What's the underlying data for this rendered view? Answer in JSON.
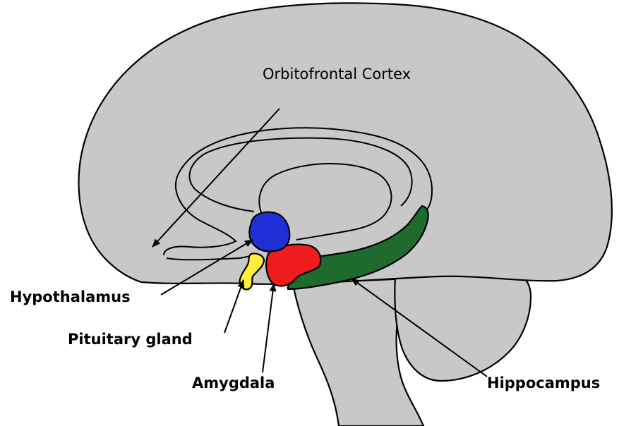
{
  "labels": {
    "orbitofrontal_cortex": "Orbitofrontal Cortex",
    "hypothalamus": "Hypothalamus",
    "pituitary_gland": "Pituitary gland",
    "amygdala": "Amygdala",
    "hippocampus": "Hippocampus"
  },
  "colors": {
    "brain": "#c8c8c8",
    "hypothalamus": "#1f2fd6",
    "pituitary_gland": "#ffef3a",
    "amygdala": "#ee1c1c",
    "hippocampus": "#1f6b2e",
    "outline": "#000000"
  }
}
